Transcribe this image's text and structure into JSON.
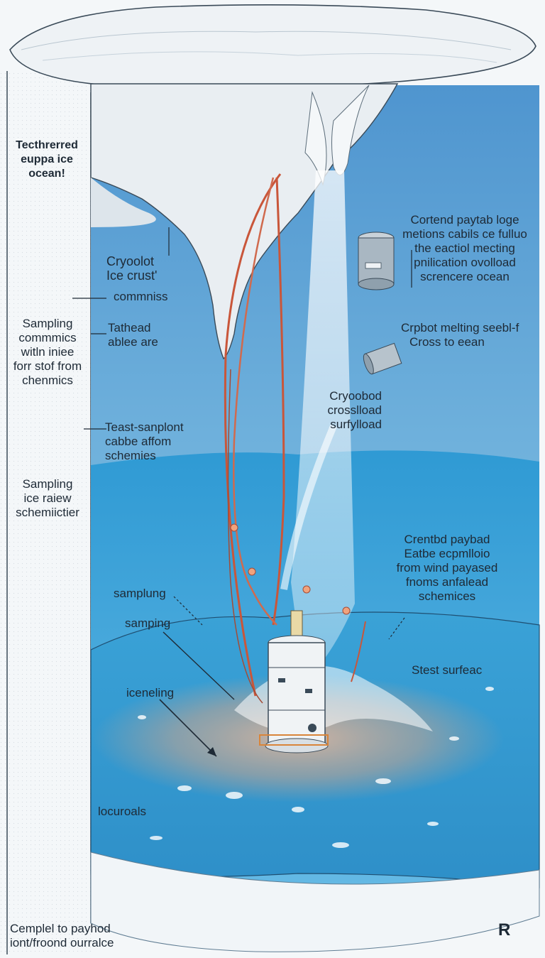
{
  "labels": {
    "title": [
      "Tecthrerred",
      "euppa ice",
      "ocean!"
    ],
    "cryoolot": [
      "Cryoolot",
      "Ice crust'"
    ],
    "commniss": "commniss",
    "sampling_left": [
      "Sampling",
      "commmics",
      "witln iniee",
      "forr stof from",
      "chenmics"
    ],
    "tathead": [
      "Tathead",
      "ablee are"
    ],
    "teast": [
      "Teast-sanplont",
      "cabbe affom",
      "schemies"
    ],
    "sampling_ice": [
      "Sampling",
      "ice raiew",
      "schemiictier"
    ],
    "payload_right": [
      "Cortend paytab loge",
      "metions cabils ce fulluo",
      "the eactiol mecting",
      "pnilication ovolload",
      "screncere ocean"
    ],
    "cryobot_melting": [
      "Crpbot melting seebl-f",
      "Cross to eean"
    ],
    "cryoobod": [
      "Cryoobod",
      "crosslload",
      "surfylload"
    ],
    "crentbd": [
      "Crentbd paybad",
      "Eatbe ecpmlloio",
      "from wind payased",
      "fnoms anfalead",
      "schemices"
    ],
    "samplung": "samplung",
    "samping": "samping",
    "iceneling": "iceneling",
    "stest": "Stest surfeac",
    "locuroals": "locuroals",
    "bottom_note": [
      "Cemplel to payhod",
      "iont/froond ourralce"
    ],
    "corner_mark": "R"
  },
  "icons": [
    "cryobot-probe-icon",
    "payload-canister-icon",
    "melting-canister-icon"
  ],
  "colors": {
    "sky_blue": "#5b9fd0",
    "ocean_blue": "#3ea3d8",
    "seafloor_blue": "#3a9fd6",
    "ice_white": "#eef2f5",
    "tether_red": "#c9563a",
    "text_dark": "#1e2a36"
  }
}
